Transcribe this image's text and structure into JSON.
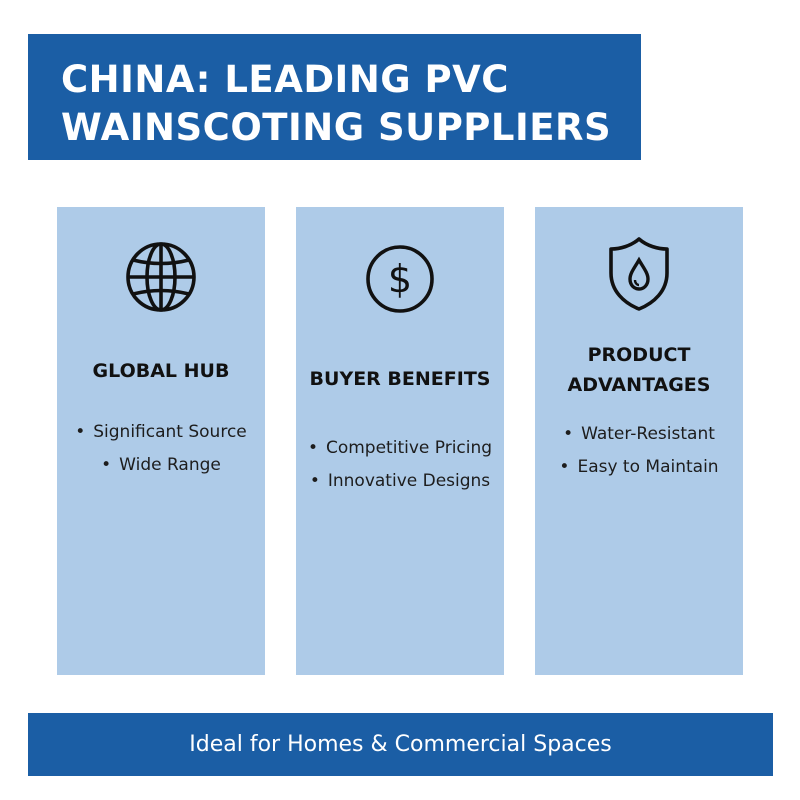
{
  "title": {
    "line1": "CHINA: LEADING PVC",
    "line2": "WAINSCOTING SUPPLIERS"
  },
  "colors": {
    "banner": "#1b5ea5",
    "card": "#aecbe8",
    "text": "#111111"
  },
  "cards": [
    {
      "icon": "globe-icon",
      "title_lines": [
        "GLOBAL HUB"
      ],
      "items": [
        "Significant Source",
        "Wide Range"
      ]
    },
    {
      "icon": "dollar-icon",
      "title_lines": [
        "BUYER BENEFITS"
      ],
      "items": [
        "Competitive Pricing",
        "Innovative Designs"
      ]
    },
    {
      "icon": "shield-droplet-icon",
      "title_lines": [
        "PRODUCT",
        "ADVANTAGES"
      ],
      "items": [
        "Water-Resistant",
        "Easy to Maintain"
      ]
    }
  ],
  "footer": {
    "text": "Ideal for Homes & Commercial Spaces"
  }
}
